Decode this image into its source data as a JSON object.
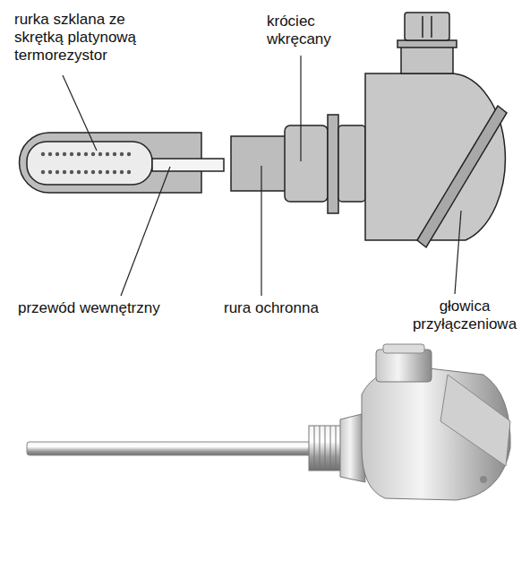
{
  "diagram": {
    "labels": [
      "rurka szklana ze skrętką platynową termorezystor",
      "króciec wkręcany",
      "przewód wewnętrzny",
      "rura ochronna",
      "głowica przyłączeniowa"
    ]
  }
}
